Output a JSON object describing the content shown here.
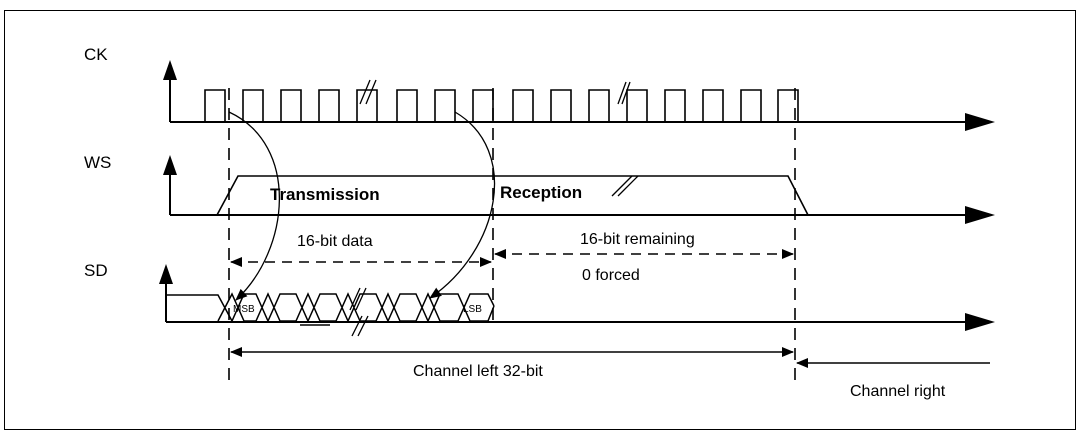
{
  "figure": {
    "signals": {
      "ck": "CK",
      "ws": "WS",
      "sd": "SD"
    },
    "phases": {
      "transmission": "Transmission",
      "reception": "Reception"
    },
    "annotations": {
      "data_16bit": "16-bit data",
      "remaining_16bit": "16-bit remaining",
      "zero_forced": "0 forced",
      "channel_left": "Channel left 32-bit",
      "channel_right": "Channel right"
    },
    "bits": {
      "msb": "MSB",
      "lsb": "LSB"
    }
  }
}
